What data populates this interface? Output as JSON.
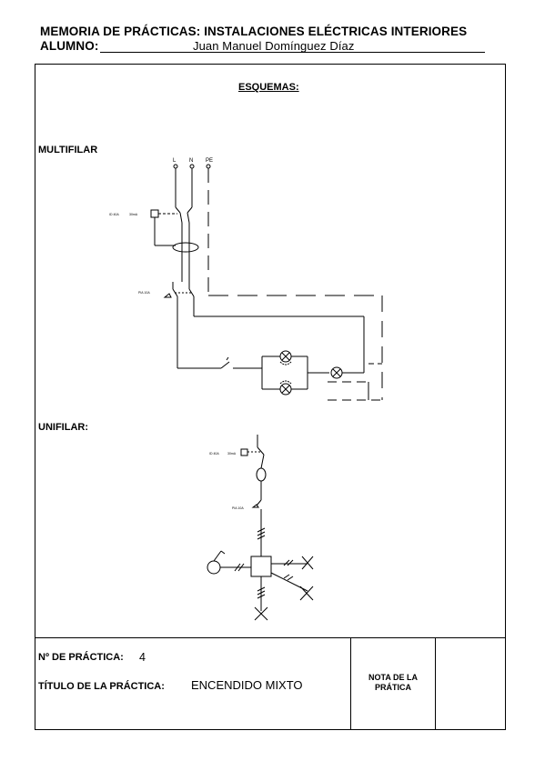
{
  "header": {
    "line1": "MEMORIA DE PRÁCTICAS: INSTALACIONES ELÉCTRICAS INTERIORES",
    "student_label": "ALUMNO:",
    "student_name": "Juan Manuel Domínguez Díaz"
  },
  "sheet": {
    "heading": "ESQUEMAS:",
    "multifilar_label": "MULTIFILAR",
    "unifilar_label": "UNIFILAR:"
  },
  "multifilar": {
    "terminal_l": "L",
    "terminal_n": "N",
    "terminal_pe": "PE",
    "rcd_label": "ID 40A",
    "rcd_sens": "30mA",
    "pia_label": "PIA 10A"
  },
  "unifilar": {
    "rcd_label": "ID 40A",
    "rcd_sens": "30mA",
    "pia_label": "PIA 10A"
  },
  "footer": {
    "practice_num_label": "Nº DE PRÁCTICA:",
    "practice_num_value": "4",
    "practice_title_label": "TÍTULO DE LA PRÁCTICA:",
    "practice_title_value": "ENCENDIDO MIXTO",
    "grade_label_1": "NOTA DE LA",
    "grade_label_2": "PRÁTICA"
  }
}
